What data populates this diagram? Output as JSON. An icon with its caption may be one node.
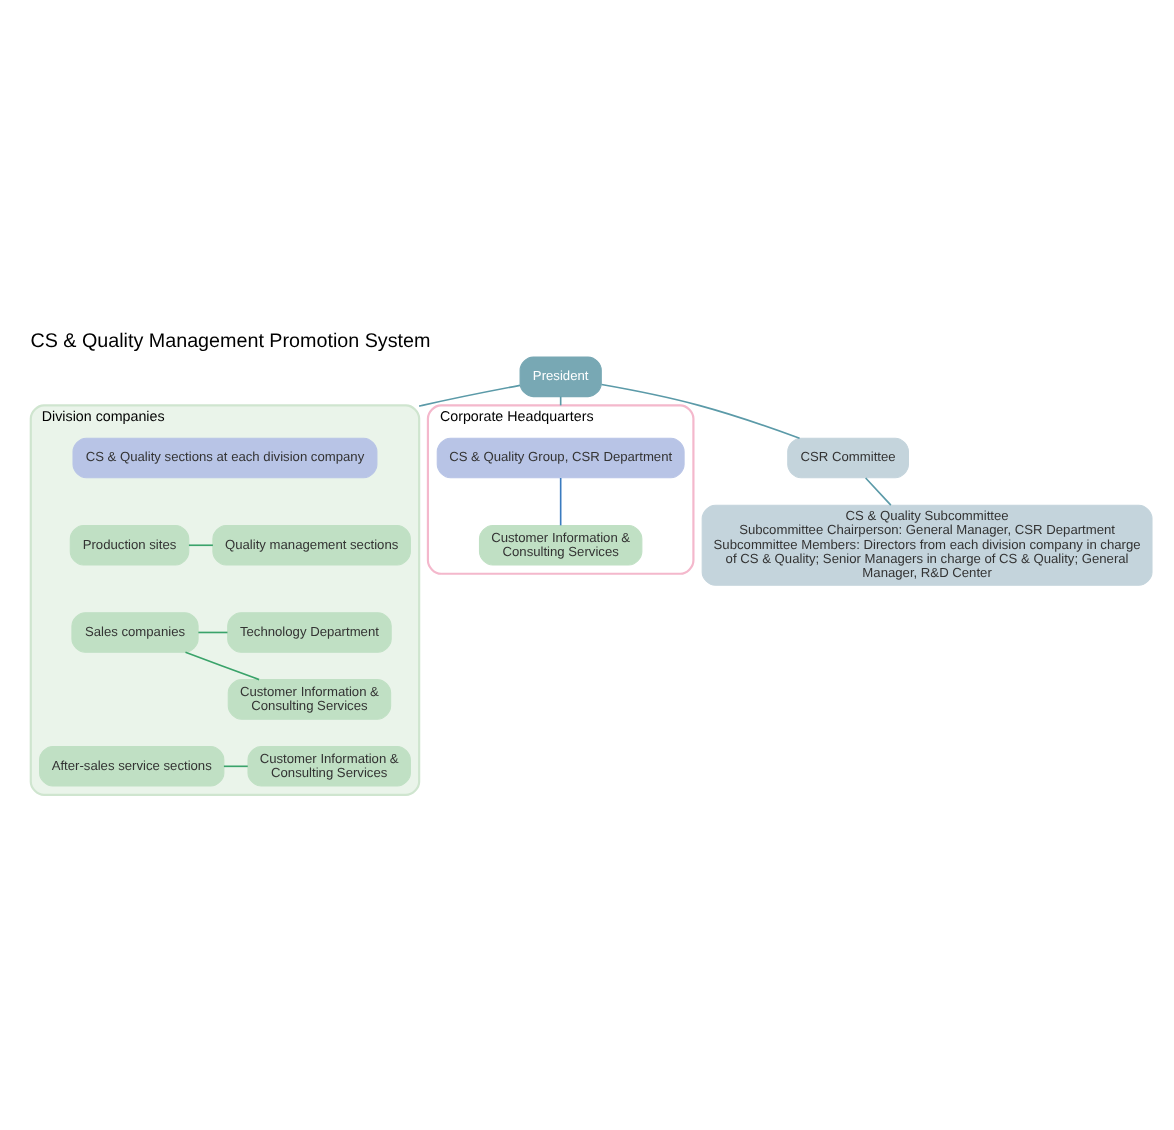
{
  "diagram": {
    "title": "CS & Quality Management Promotion System",
    "nodes": [
      {
        "text": [
          "President"
        ]
      },
      {
        "text": [
          "CSR Committee"
        ]
      },
      {
        "text": [
          "CS & Quality Subcommittee",
          "Subcommittee Chairperson: General Manager, CSR Department",
          "Subcommittee Members: Directors from each division company in charge of CS & Quality; Senior Managers in charge of CS & Quality; General Manager, R&D Center"
        ]
      },
      {
        "text": [
          "Division companies"
        ]
      },
      {
        "text": [
          "CS & Quality sections at each division company"
        ],
        "in": 3
      },
      {
        "text": [
          "Production sites"
        ],
        "in": 3
      },
      {
        "text": [
          "Quality management sections"
        ],
        "in": 3
      },
      {
        "text": [
          "Sales companies"
        ],
        "in": 3
      },
      {
        "text": [
          "Technology Department"
        ],
        "in": 3
      },
      {
        "text": [
          "Customer Information & Consulting Services"
        ],
        "in": 3
      },
      {
        "text": [
          "After-sales service sections"
        ],
        "in": 3
      },
      {
        "text": [
          "Customer Information & Consulting Services"
        ],
        "in": 3
      },
      {
        "text": [
          "Corporate Headquarters"
        ]
      },
      {
        "text": [
          "CS & Quality Group, CSR Department"
        ],
        "in": 12
      },
      {
        "text": [
          "Customer Information & Consulting Services"
        ],
        "in": 12
      }
    ],
    "edges": [
      {
        "from": 0,
        "to": 1,
        "arrow": "none",
        "color": "#5b9aa8"
      },
      {
        "from": 1,
        "to": 2,
        "arrow": "none",
        "color": "#5b9aa8"
      },
      {
        "from": 0,
        "to": 3,
        "arrow": "none",
        "color": "#5b9aa8"
      },
      {
        "from": 0,
        "to": 12,
        "arrow": "none",
        "color": "#5b9aa8"
      },
      {
        "from": 5,
        "to": 6,
        "arrow": "none",
        "color": "#3aa36a"
      },
      {
        "from": 7,
        "to": 8,
        "arrow": "none",
        "color": "#3aa36a"
      },
      {
        "from": 7,
        "to": 9,
        "arrow": "none",
        "color": "#3aa36a"
      },
      {
        "from": 10,
        "to": 11,
        "arrow": "none",
        "color": "#3aa36a"
      },
      {
        "from": 13,
        "to": 14,
        "arrow": "none",
        "color": "#3a7bbf"
      }
    ]
  }
}
